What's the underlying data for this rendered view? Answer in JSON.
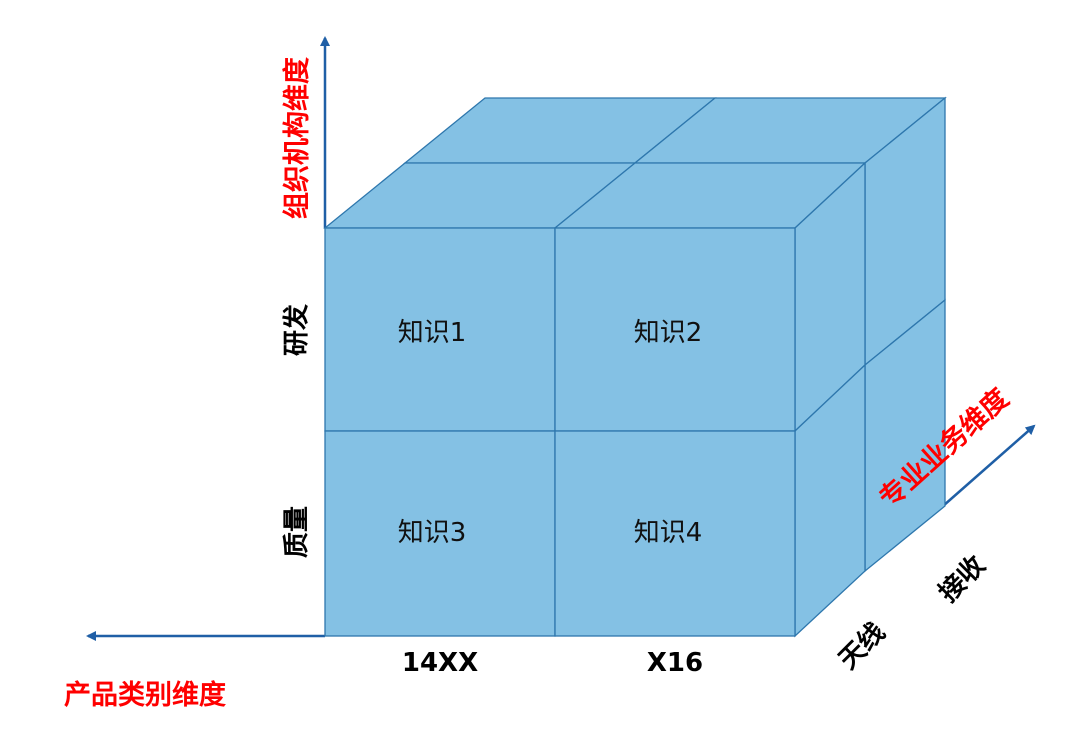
{
  "axes": {
    "vertical_label": "组织机构维度",
    "horizontal_label": "产品类别维度",
    "depth_label": "专业业务维度"
  },
  "rows": [
    "研发",
    "质量"
  ],
  "columns": [
    "14XX",
    "X16"
  ],
  "depth_items": [
    "天线",
    "接收"
  ],
  "cells": [
    "知识1",
    "知识2",
    "知识3",
    "知识4"
  ],
  "colors": {
    "cube_face": "#84c1e4",
    "cube_edge": "#2e77ad",
    "axis_arrow": "#1f5fa6",
    "axis_label": "#ff0000"
  }
}
